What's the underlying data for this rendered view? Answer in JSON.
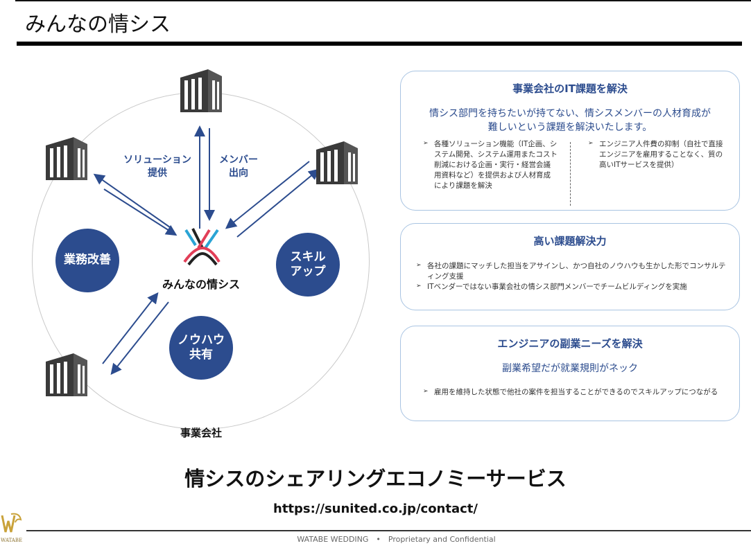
{
  "page": {
    "title": "みんなの情シス",
    "main_heading": "情シスのシェアリングエコノミーサービス",
    "url": "https://sunited.co.jp/contact/",
    "footer": "WATABE WEDDING　•　Proprietary and Confidential",
    "brand_logo_text": "WATABE"
  },
  "diagram": {
    "label_solution": "ソリューション\n提供",
    "label_member": "メンバー\n出向",
    "center_name": "みんなの情シス",
    "company_label": "事業会社",
    "circles": {
      "gyomu": "業務改善",
      "skill": "スキル\nアップ",
      "knowhow": "ノウハウ\n共有"
    },
    "accent_color": "#2c4c8e"
  },
  "boxes": {
    "box1": {
      "title": "事業会社のIT課題を解決",
      "subtitle": "情シス部門を持ちたいが持てない、情シスメンバーの人材育成が\n難しいという課題を解決いたします。",
      "left_item": "各種ソリューション機能（IT企画、システム開発、システム運用またコスト削減における企画・実行・経営会議用資料など）を提供および人材育成により課題を解決",
      "right_item": "エンジニア人件費の抑制（自社で直接エンジニアを雇用することなく、質の高いITサービスを提供）"
    },
    "box2": {
      "title": "高い課題解決力",
      "items": [
        "各社の課題にマッチした担当をアサインし、かつ自社のノウハウも生かした形でコンサルティング支援",
        "ITベンダーではない事業会社の情シス部門メンバーでチームビルディングを実施"
      ]
    },
    "box3": {
      "title": "エンジニアの副業ニーズを解決",
      "subtitle": "副業希望だが就業規則がネック",
      "items": [
        "雇用を維持した状態で他社の案件を担当することができるのでスキルアップにつながる"
      ]
    }
  }
}
